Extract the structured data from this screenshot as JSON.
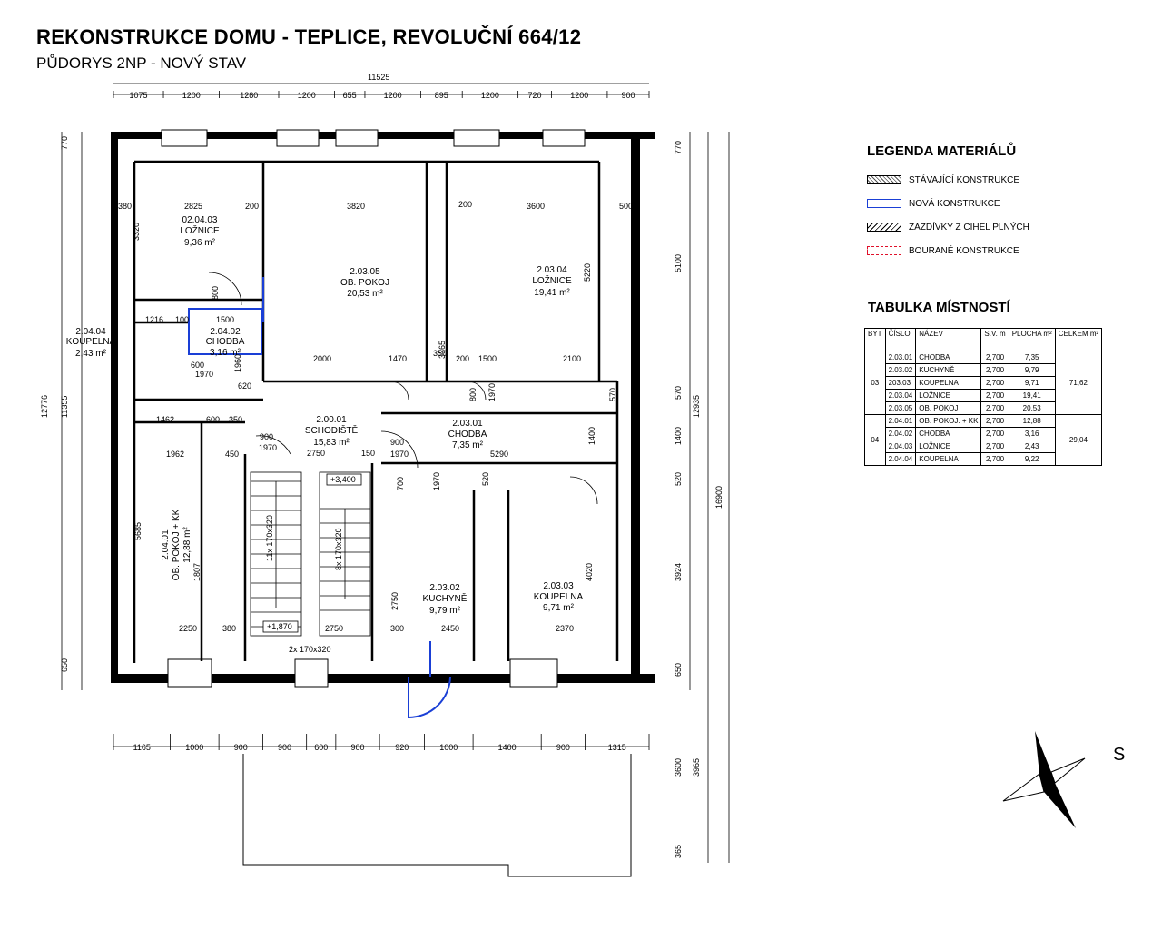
{
  "title": "REKONSTRUKCE DOMU - TEPLICE, REVOLUČNÍ 664/12",
  "subtitle": "PŮDORYS 2NP - NOVÝ STAV",
  "legend": {
    "title": "LEGENDA MATERIÁLŮ",
    "items": [
      {
        "label": "STÁVAJÍCÍ KONSTRUKCE",
        "color": "#000000"
      },
      {
        "label": "NOVÁ KONSTRUKCE",
        "color": "#1a3fd6"
      },
      {
        "label": "ZAZDÍVKY Z CIHEL PLNÝCH",
        "color": "#000000"
      },
      {
        "label": "BOURANÉ KONSTRUKCE",
        "color": "#e0102a"
      }
    ]
  },
  "rooms_table": {
    "title": "TABULKA MÍSTNOSTÍ",
    "headers": [
      "BYT",
      "ČÍSLO",
      "NÁZEV",
      "S.V. m",
      "PLOCHA m²",
      "CELKEM m²"
    ],
    "groups": [
      {
        "byt": "03",
        "total": "71,62",
        "rows": [
          [
            "2.03.01",
            "CHODBA",
            "2,700",
            "7,35"
          ],
          [
            "2.03.02",
            "KUCHYNĚ",
            "2,700",
            "9,79"
          ],
          [
            "203.03",
            "KOUPELNA",
            "2,700",
            "9,71"
          ],
          [
            "2.03.04",
            "LOŽNICE",
            "2,700",
            "19,41"
          ],
          [
            "2.03.05",
            "OB. POKOJ",
            "2,700",
            "20,53"
          ]
        ]
      },
      {
        "byt": "04",
        "total": "29,04",
        "rows": [
          [
            "2.04.01",
            "OB. POKOJ. + KK",
            "2,700",
            "12,88"
          ],
          [
            "2.04.02",
            "CHODBA",
            "2,700",
            "3,16"
          ],
          [
            "2.04.03",
            "LOŽNICE",
            "2,700",
            "2,43"
          ],
          [
            "2.04.04",
            "KOUPELNA",
            "2,700",
            "9,22"
          ]
        ]
      }
    ]
  },
  "compass_label": "S",
  "plan": {
    "overall_top": "11525",
    "top_dims": [
      "1075",
      "1200",
      "1280",
      "1200",
      "655",
      "1200",
      "895",
      "1200",
      "720",
      "1200",
      "900"
    ],
    "bottom_dims": [
      "1165",
      "1000",
      "900",
      "900",
      "600",
      "900",
      "920",
      "1000",
      "1400",
      "900",
      "1315"
    ],
    "left_dims": [
      "770",
      "12776",
      "11355",
      "650"
    ],
    "right_dims": [
      "770",
      "5100",
      "570",
      "1400",
      "520",
      "3924",
      "650",
      "12935",
      "16900",
      "3600",
      "3965",
      "365"
    ],
    "rooms": [
      {
        "id": "02.04.03",
        "name": "LOŽNICE",
        "area": "9,36 m²"
      },
      {
        "id": "2.03.05",
        "name": "OB. POKOJ",
        "area": "20,53 m²"
      },
      {
        "id": "2.03.04",
        "name": "LOŽNICE",
        "area": "19,41 m²"
      },
      {
        "id": "2.04.04",
        "name": "KOUPELNA",
        "area": "2,43 m²"
      },
      {
        "id": "2.04.02",
        "name": "CHODBA",
        "area": "3,16 m²"
      },
      {
        "id": "2.00.01",
        "name": "SCHODIŠTĚ",
        "area": "15,83 m²"
      },
      {
        "id": "2.03.01",
        "name": "CHODBA",
        "area": "7,35 m²"
      },
      {
        "id": "2.04.01",
        "name": "OB. POKOJ + KK",
        "area": "12,88 m²"
      },
      {
        "id": "2.03.02",
        "name": "KUCHYNĚ",
        "area": "9,79 m²"
      },
      {
        "id": "2.03.03",
        "name": "KOUPELNA",
        "area": "9,71 m²"
      }
    ],
    "inner_dims": [
      "2825",
      "3820",
      "3600",
      "200",
      "380",
      "500",
      "200",
      "3320",
      "5220",
      "800",
      "1216",
      "100",
      "1500",
      "600",
      "1970",
      "1960",
      "620",
      "2000",
      "1470",
      "350",
      "200",
      "1500",
      "2100",
      "800",
      "1970",
      "570",
      "1462",
      "600",
      "350",
      "900",
      "1970",
      "2750",
      "150",
      "900",
      "1970",
      "5290",
      "1962",
      "450",
      "2250",
      "380",
      "2750",
      "300",
      "2450",
      "2370",
      "5685",
      "1807",
      "2750",
      "4020",
      "520",
      "1970",
      "700",
      "1400",
      "3365"
    ],
    "levels": [
      "+3,400",
      "+1,870"
    ],
    "stairs": [
      "11x 170x320",
      "8x 170x320",
      "2x 170x320"
    ]
  }
}
